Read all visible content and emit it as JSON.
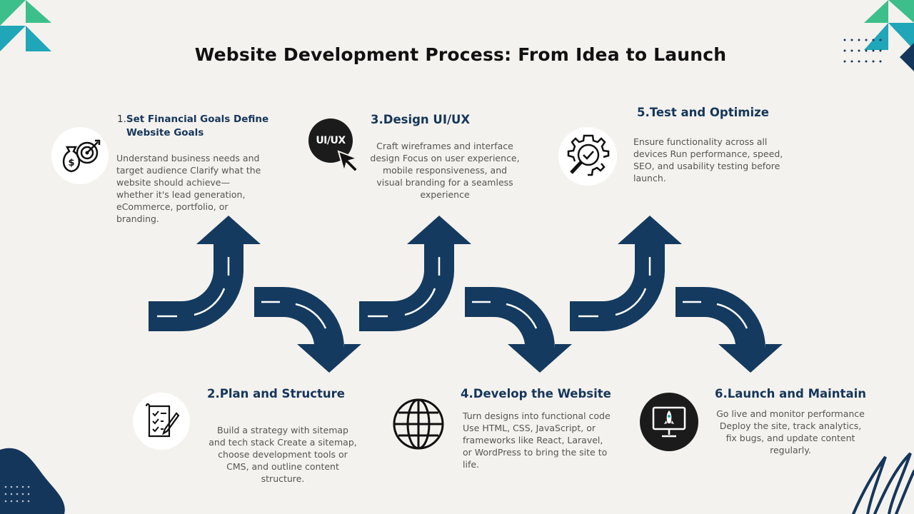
{
  "title": "Website Development Process: From Idea to Launch",
  "steps": [
    {
      "number": "1.",
      "heading_line1": "Set Financial Goals Define",
      "heading_line2": "Website Goals",
      "description": "Understand business needs and target audience Clarify what the website should achieve—whether it's lead generation, eCommerce, portfolio, or branding.",
      "icon": "money-bag-target-icon"
    },
    {
      "heading": "2.Plan and Structure",
      "description": "Build a strategy with sitemap and tech stack Create a sitemap, choose development tools or CMS, and outline content structure.",
      "icon": "checklist-pen-icon"
    },
    {
      "heading": "3.Design UI/UX",
      "icon_label": "UI/UX",
      "description": "Craft wireframes and interface design Focus on user experience, mobile responsiveness, and visual branding for a seamless experience",
      "icon": "ui-ux-cursor-icon"
    },
    {
      "heading": "4.Develop the Website",
      "description": "Turn designs into functional code Use HTML, CSS, JavaScript, or frameworks like React, Laravel, or WordPress to bring the site to life.",
      "icon": "globe-icon"
    },
    {
      "heading": "5.Test and Optimize",
      "description": "Ensure functionality across all devices Run performance, speed, SEO, and usability testing before launch.",
      "icon": "gear-magnifier-check-icon"
    },
    {
      "heading": "6.Launch and Maintain",
      "description": "Go live and monitor performance Deploy the site, track analytics, fix bugs, and update content regularly.",
      "icon": "monitor-rocket-icon"
    }
  ],
  "colors": {
    "background": "#f4f2ee",
    "arrow": "#143a5f",
    "heading": "#15365b",
    "accent_green": "#3cbf8a",
    "accent_teal": "#1fa6b8",
    "dark_circle": "#1b1b1b"
  }
}
